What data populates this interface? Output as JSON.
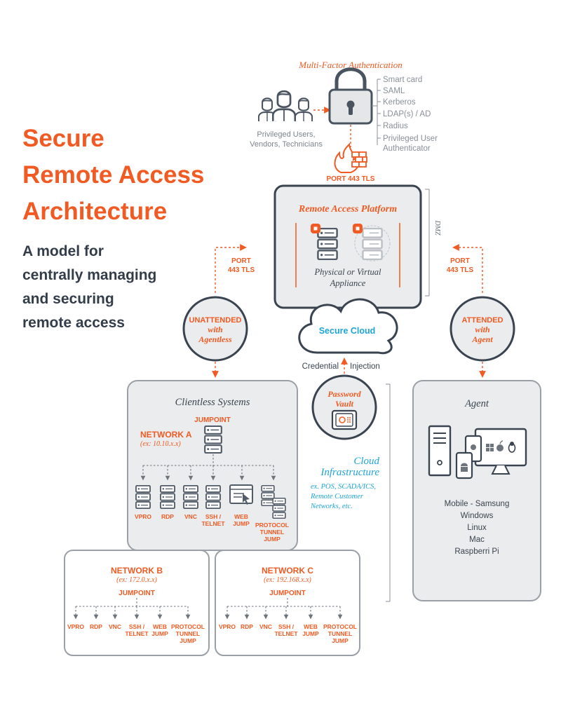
{
  "title_lines": [
    "Secure",
    "Remote Access",
    "Architecture"
  ],
  "subtitle_lines": [
    "A model for",
    "centrally managing",
    "and securing",
    "remote access"
  ],
  "mfa": {
    "title": "Multi-Factor Authentication",
    "methods": [
      "Smart card",
      "SAML",
      "Kerberos",
      "LDAP(s) / AD",
      "Radius",
      "Privileged User",
      "Authenticator"
    ]
  },
  "users_caption": [
    "Privileged Users,",
    "Vendors, Technicians"
  ],
  "port_top": "PORT 443 TLS",
  "platform": {
    "title": "Remote Access Platform",
    "appliance_lines": [
      "Physical or Virtual",
      "Appliance"
    ],
    "dmz": "DMZ"
  },
  "port_left": [
    "PORT",
    "443 TLS"
  ],
  "port_right": [
    "PORT",
    "443 TLS"
  ],
  "cloud": "Secure Cloud",
  "credential": "Credential",
  "injection": "Injection",
  "unattended": [
    "UNATTENDED",
    "with",
    "Agentless"
  ],
  "attended": [
    "ATTENDED",
    "with",
    "Agent"
  ],
  "vault": [
    "Password",
    "Vault"
  ],
  "clientless": {
    "title": "Clientless Systems",
    "jumpoint": "JUMPOINT",
    "network": "NETWORK A",
    "subnet": "(ex: 10.10.x.x)",
    "targets": [
      "VPRO",
      "RDP",
      "VNC",
      "SSH /",
      "TELNET",
      "WEB",
      "JUMP",
      "PROTOCOL",
      "TUNNEL",
      "JUMP"
    ]
  },
  "cloud_infra": {
    "title_lines": [
      "Cloud",
      "Infrastructure"
    ],
    "examples": [
      "ex. POS, SCADA/ICS,",
      "Remote Customer",
      "Networks, etc."
    ]
  },
  "agent": {
    "title": "Agent",
    "os_icons": [
      "windows-icon",
      "apple-icon",
      "linux-icon"
    ],
    "platforms": [
      "Mobile - Samsung",
      "Windows",
      "Linux",
      "Mac",
      "Raspberri Pi"
    ]
  },
  "network_b": {
    "title": "NETWORK B",
    "subnet": "(ex: 172.0.x.x)",
    "jumpoint": "JUMPOINT",
    "targets": [
      "VPRO",
      "RDP",
      "VNC",
      "SSH /",
      "TELNET",
      "WEB",
      "JUMP",
      "PROTOCOL",
      "TUNNEL",
      "JUMP"
    ]
  },
  "network_c": {
    "title": "NETWORK C",
    "subnet": "(ex: 192.168.x.x)",
    "jumpoint": "JUMPOINT",
    "targets": [
      "VPRO",
      "RDP",
      "VNC",
      "SSH /",
      "TELNET",
      "WEB",
      "JUMP",
      "PROTOCOL",
      "TUNNEL",
      "JUMP"
    ]
  },
  "colors": {
    "orange": "#f15a22",
    "dark": "#2f3b4a",
    "gray": "#8a9098",
    "light_gray": "#b7bcc1",
    "panel": "#ebeced",
    "cyan": "#1ea5d6"
  }
}
